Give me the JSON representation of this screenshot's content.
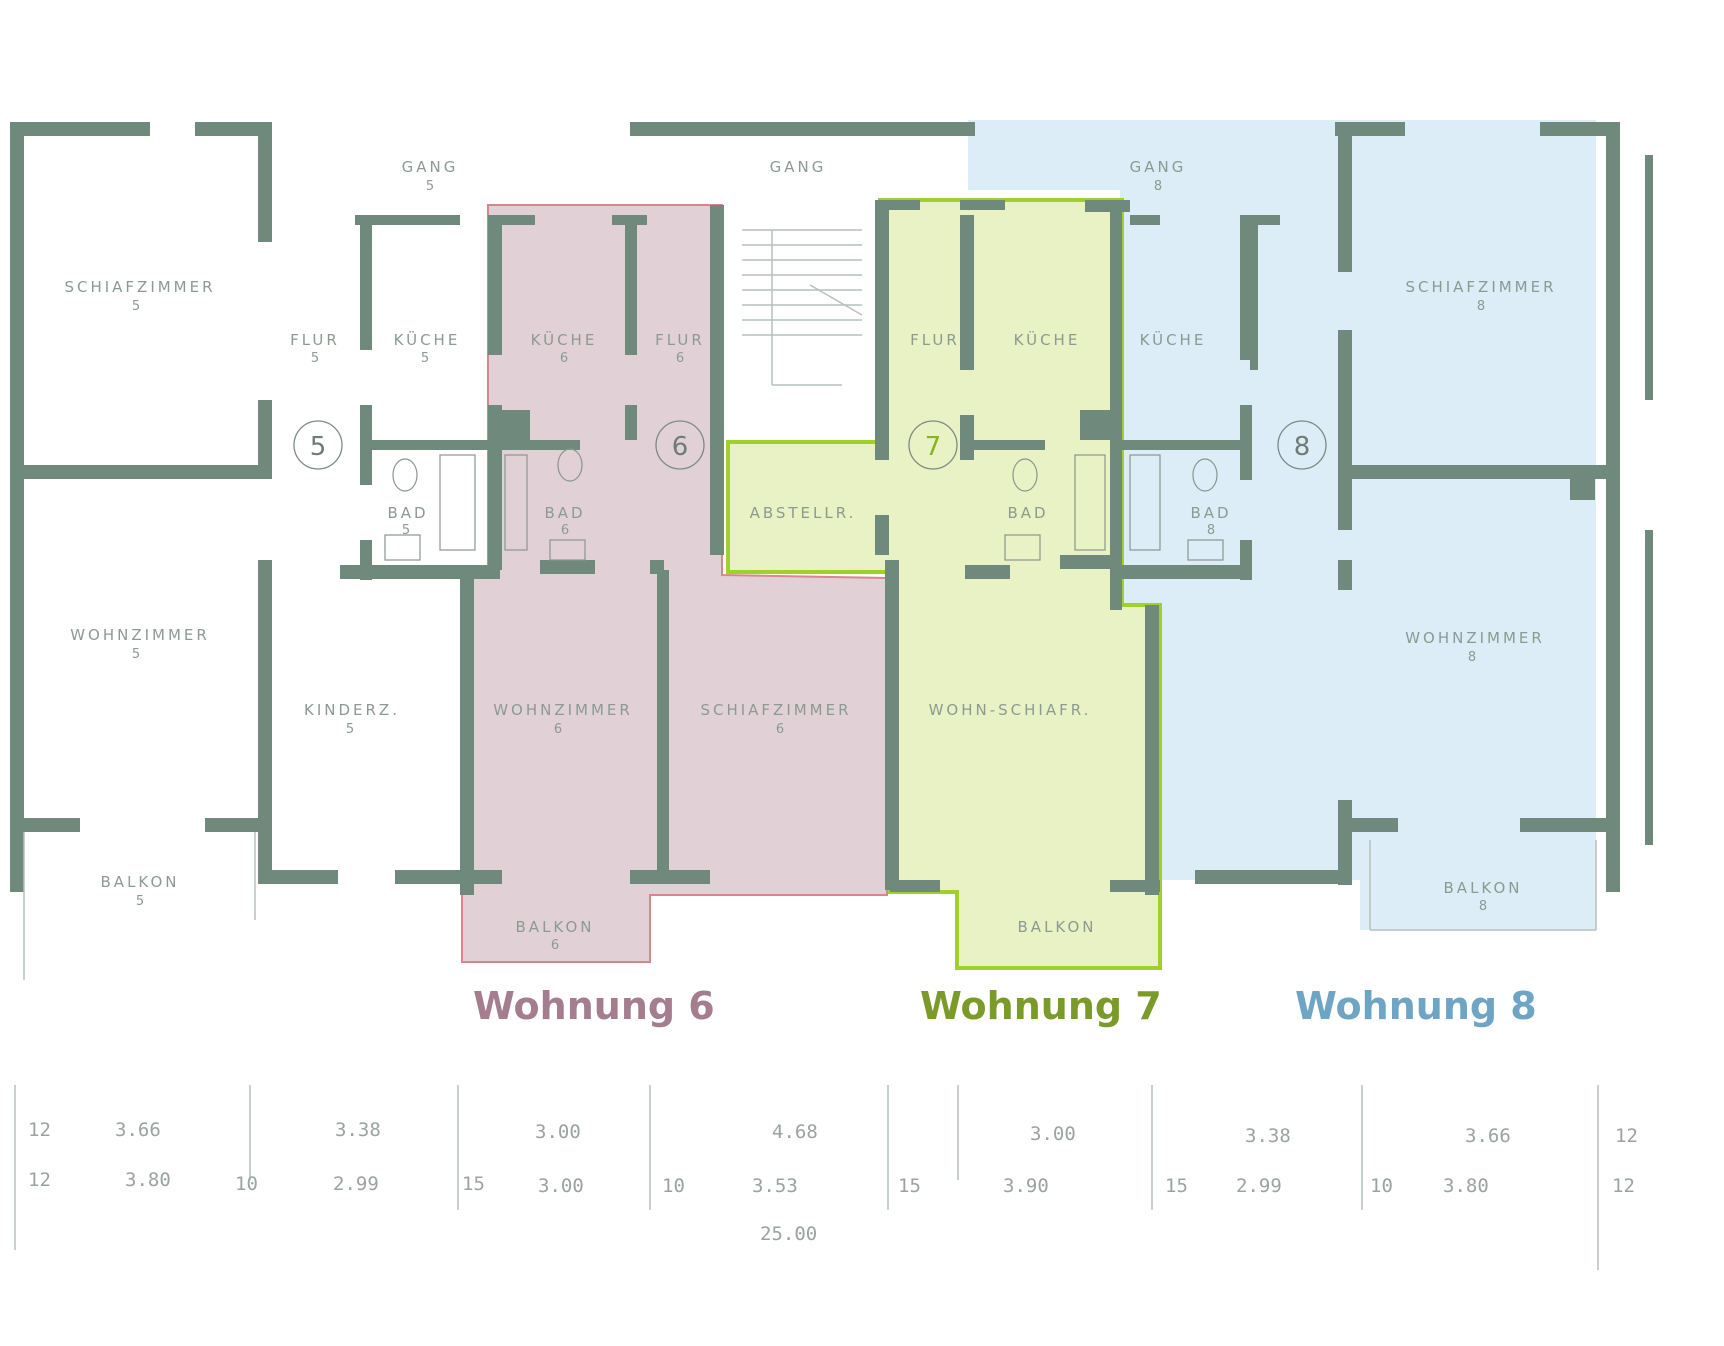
{
  "rooms": {
    "gang_5": {
      "name": "GANG",
      "num": "5"
    },
    "gang_mid": {
      "name": "GANG"
    },
    "gang_8": {
      "name": "GANG",
      "num": "8"
    },
    "schlaf_5": {
      "name": "SCHIAFZIMMER",
      "num": "5"
    },
    "flur_5": {
      "name": "FLUR",
      "num": "5"
    },
    "kueche_5": {
      "name": "KÜCHE",
      "num": "5"
    },
    "kueche_6": {
      "name": "KÜCHE",
      "num": "6"
    },
    "flur_6": {
      "name": "FLUR",
      "num": "6"
    },
    "flur_7": {
      "name": "FLUR"
    },
    "kueche_7": {
      "name": "KÜCHE"
    },
    "kueche_8": {
      "name": "KÜCHE"
    },
    "schlaf_8": {
      "name": "SCHIAFZIMMER",
      "num": "8"
    },
    "bad_5": {
      "name": "BAD",
      "num": "5"
    },
    "bad_6": {
      "name": "BAD",
      "num": "6"
    },
    "abstell_7": {
      "name": "ABSTELLR."
    },
    "bad_7": {
      "name": "BAD"
    },
    "bad_8": {
      "name": "BAD",
      "num": "8"
    },
    "wohn_5": {
      "name": "WOHNZIMMER",
      "num": "5"
    },
    "kinder_5": {
      "name": "KINDERZ.",
      "num": "5"
    },
    "wohn_6": {
      "name": "WOHNZIMMER",
      "num": "6"
    },
    "schlaf_6": {
      "name": "SCHIAFZIMMER",
      "num": "6"
    },
    "wohnschlaf_7": {
      "name": "WOHN-SCHIAFR."
    },
    "wohn_8": {
      "name": "WOHNZIMMER",
      "num": "8"
    },
    "balkon_5": {
      "name": "BALKON",
      "num": "5"
    },
    "balkon_6": {
      "name": "BALKON",
      "num": "6"
    },
    "balkon_7": {
      "name": "BALKON"
    },
    "balkon_8": {
      "name": "BALKON",
      "num": "8"
    }
  },
  "apartment_markers": [
    "5",
    "6",
    "7",
    "8"
  ],
  "legend": [
    {
      "label": "Wohnung 6",
      "color": "#a47d8e"
    },
    {
      "label": "Wohnung 7",
      "color": "#7a9a2a"
    },
    {
      "label": "Wohnung 8",
      "color": "#6ea5c4"
    }
  ],
  "highlight_colors": {
    "wohnung_6": "#dcc9cf",
    "wohnung_7": "#e8f2c4",
    "wohnung_7_outline": "#9fd12a",
    "wohnung_8": "#dcedf7"
  },
  "dimensions": {
    "row1": [
      "12",
      "3.66",
      "3.38",
      "3.00",
      "4.68",
      "3.00",
      "3.38",
      "3.66",
      "12"
    ],
    "row2": [
      "12",
      "3.80",
      "10",
      "2.99",
      "15",
      "3.00",
      "10",
      "3.53",
      "15",
      "3.90",
      "15",
      "2.99",
      "10",
      "3.80",
      "12"
    ],
    "total": "25.00"
  }
}
